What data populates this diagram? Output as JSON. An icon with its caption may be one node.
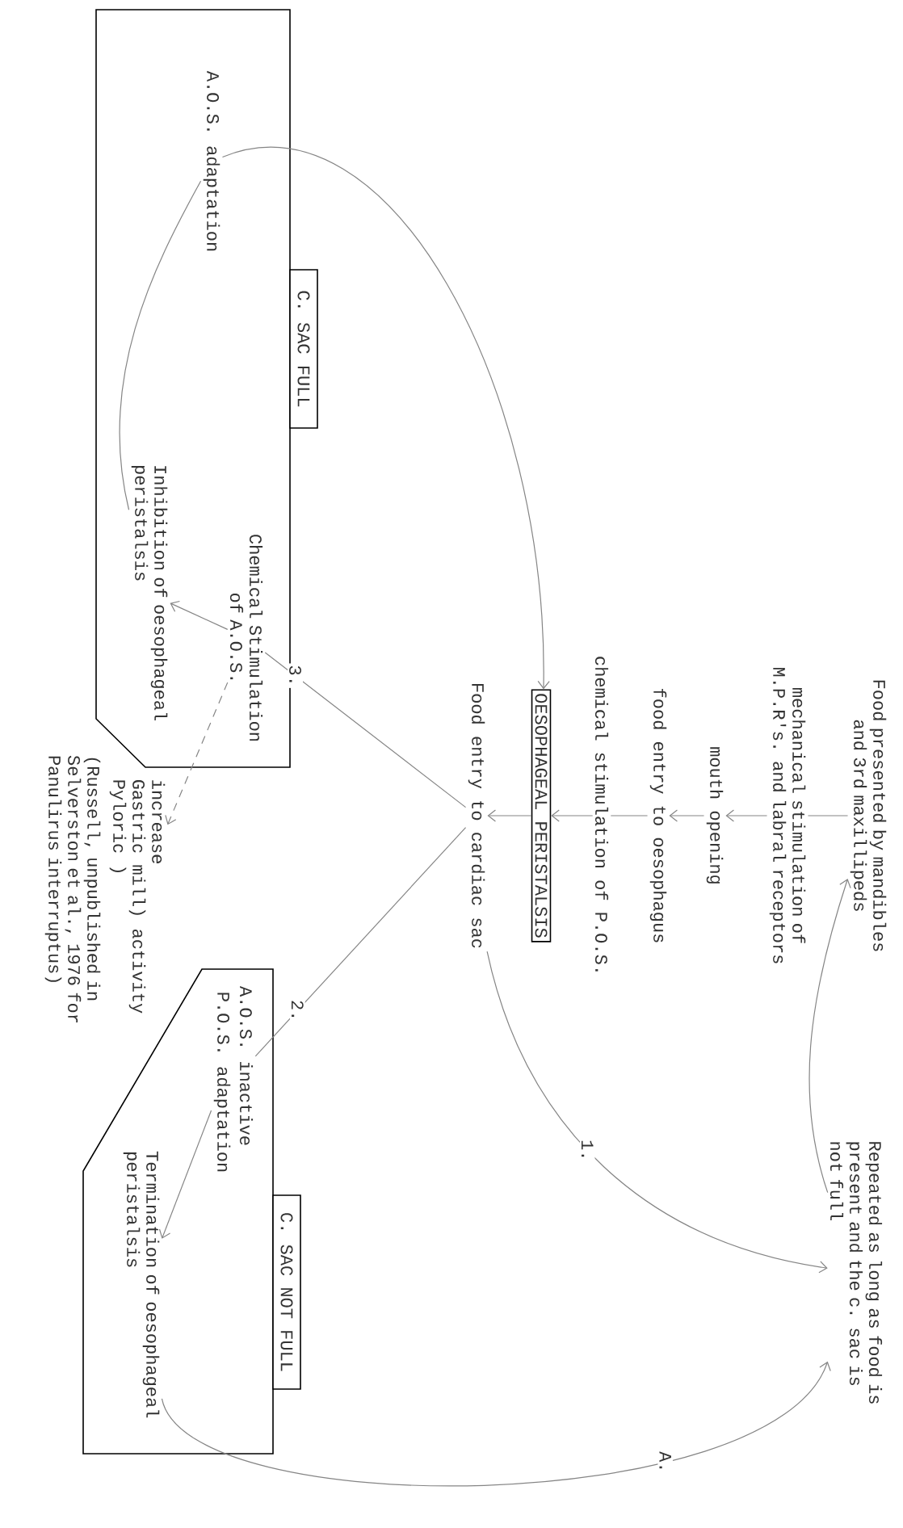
{
  "diagram": {
    "nodes": [
      {
        "text": [
          "Food presented by mandibles and 3rd maxillipeds"
        ]
      },
      {
        "text": [
          "mechanical stimulation of M.P.R's. and labral receptors"
        ]
      },
      {
        "text": [
          "mouth opening"
        ]
      },
      {
        "text": [
          "food entry to oesophagus"
        ]
      },
      {
        "text": [
          "chemical stimulation of P.O.S."
        ]
      },
      {
        "text": [
          "OESOPHAGEAL PERISTALSIS"
        ]
      },
      {
        "text": [
          "Food entry to cardiac sac"
        ]
      },
      {
        "text": [
          "C. SAC FULL"
        ]
      },
      {
        "text": [
          "A.O.S. adaptation"
        ],
        "in": 7
      },
      {
        "text": [
          "Chemical Stimulation of A.O.S."
        ],
        "in": 7
      },
      {
        "text": [
          "Inhibition of oesophageal peristalsis"
        ],
        "in": 7
      },
      {
        "text": [
          "increase",
          "Gastric mill) activity",
          "Pyloric )"
        ],
        "beside": [
          "(Russell, unpublished in Selverston et al., 1976 for Panulirus interruptus)"
        ]
      },
      {
        "text": [
          "C. SAC NOT FULL"
        ]
      },
      {
        "text": [
          "A.O.S. inactive"
        ],
        "in": 12
      },
      {
        "text": [
          "P.O.S. adaptation"
        ],
        "in": 12
      },
      {
        "text": [
          "Termination of oesophageal peristalsis"
        ],
        "in": 12
      },
      {
        "text": [
          "Repeated as long as food is present and the c. sac is not full"
        ]
      }
    ],
    "edges": [
      {
        "from": 0,
        "to": 1,
        "arrow": "none"
      },
      {
        "from": 1,
        "to": 2,
        "arrow": "to"
      },
      {
        "from": 2,
        "to": 3,
        "arrow": "to"
      },
      {
        "from": 3,
        "to": 4,
        "arrow": "none"
      },
      {
        "from": 4,
        "to": 5,
        "arrow": "to"
      },
      {
        "from": 5,
        "to": 6,
        "arrow": "to"
      },
      {
        "from": 6,
        "to": 16,
        "arrow": "to",
        "label": "1."
      },
      {
        "from": 16,
        "to": 0,
        "arrow": "to"
      },
      {
        "from": 8,
        "to": 5,
        "arrow": "to"
      },
      {
        "from": 10,
        "to": 8,
        "arrow": "none"
      },
      {
        "from": 6,
        "to": 9,
        "arrow": "none",
        "label": "3."
      },
      {
        "from": 9,
        "to": 10,
        "arrow": "to"
      },
      {
        "from": 9,
        "to": 11,
        "arrow": "to",
        "style": "dashed"
      },
      {
        "from": 6,
        "to": 13,
        "arrow": "none",
        "label": "2."
      },
      {
        "from": 14,
        "to": 15,
        "arrow": "to"
      },
      {
        "from": 15,
        "to": 16,
        "arrow": "to",
        "label": "A."
      }
    ]
  }
}
